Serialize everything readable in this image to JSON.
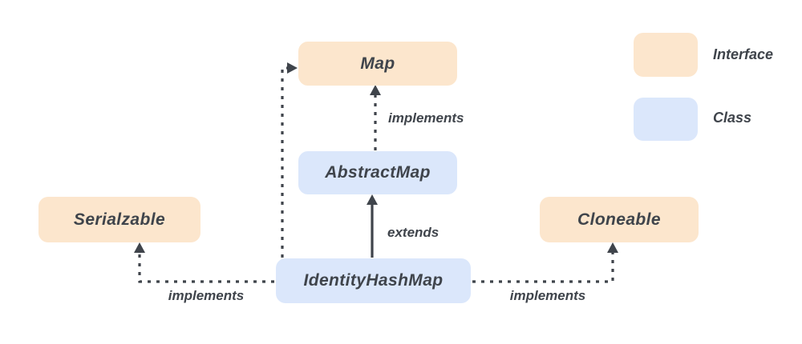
{
  "diagram": {
    "type": "class-hierarchy",
    "colors": {
      "interface_fill": "#FCE6CD",
      "class_fill": "#DBE7FB",
      "text": "#3F444B",
      "line": "#3F444B",
      "background": "#FFFFFF"
    },
    "nodes": [
      {
        "id": "map",
        "label": "Map",
        "type": "interface"
      },
      {
        "id": "abstractmap",
        "label": "AbstractMap",
        "type": "class"
      },
      {
        "id": "identityhashmap",
        "label": "IdentityHashMap",
        "type": "class"
      },
      {
        "id": "serialzable",
        "label": "Serialzable",
        "type": "interface"
      },
      {
        "id": "cloneable",
        "label": "Cloneable",
        "type": "interface"
      }
    ],
    "edges": [
      {
        "from": "AbstractMap",
        "to": "Map",
        "label": "implements",
        "style": "dashed"
      },
      {
        "from": "IdentityHashMap",
        "to": "AbstractMap",
        "label": "extends",
        "style": "solid"
      },
      {
        "from": "IdentityHashMap",
        "to": "Map",
        "label": "",
        "style": "dashed"
      },
      {
        "from": "IdentityHashMap",
        "to": "Serialzable",
        "label": "implements",
        "style": "dashed"
      },
      {
        "from": "IdentityHashMap",
        "to": "Cloneable",
        "label": "implements",
        "style": "dashed"
      }
    ],
    "legend": {
      "items": [
        {
          "label": "Interface",
          "type": "interface",
          "color": "#FCE6CD"
        },
        {
          "label": "Class",
          "type": "class",
          "color": "#DBE7FB"
        }
      ]
    }
  }
}
